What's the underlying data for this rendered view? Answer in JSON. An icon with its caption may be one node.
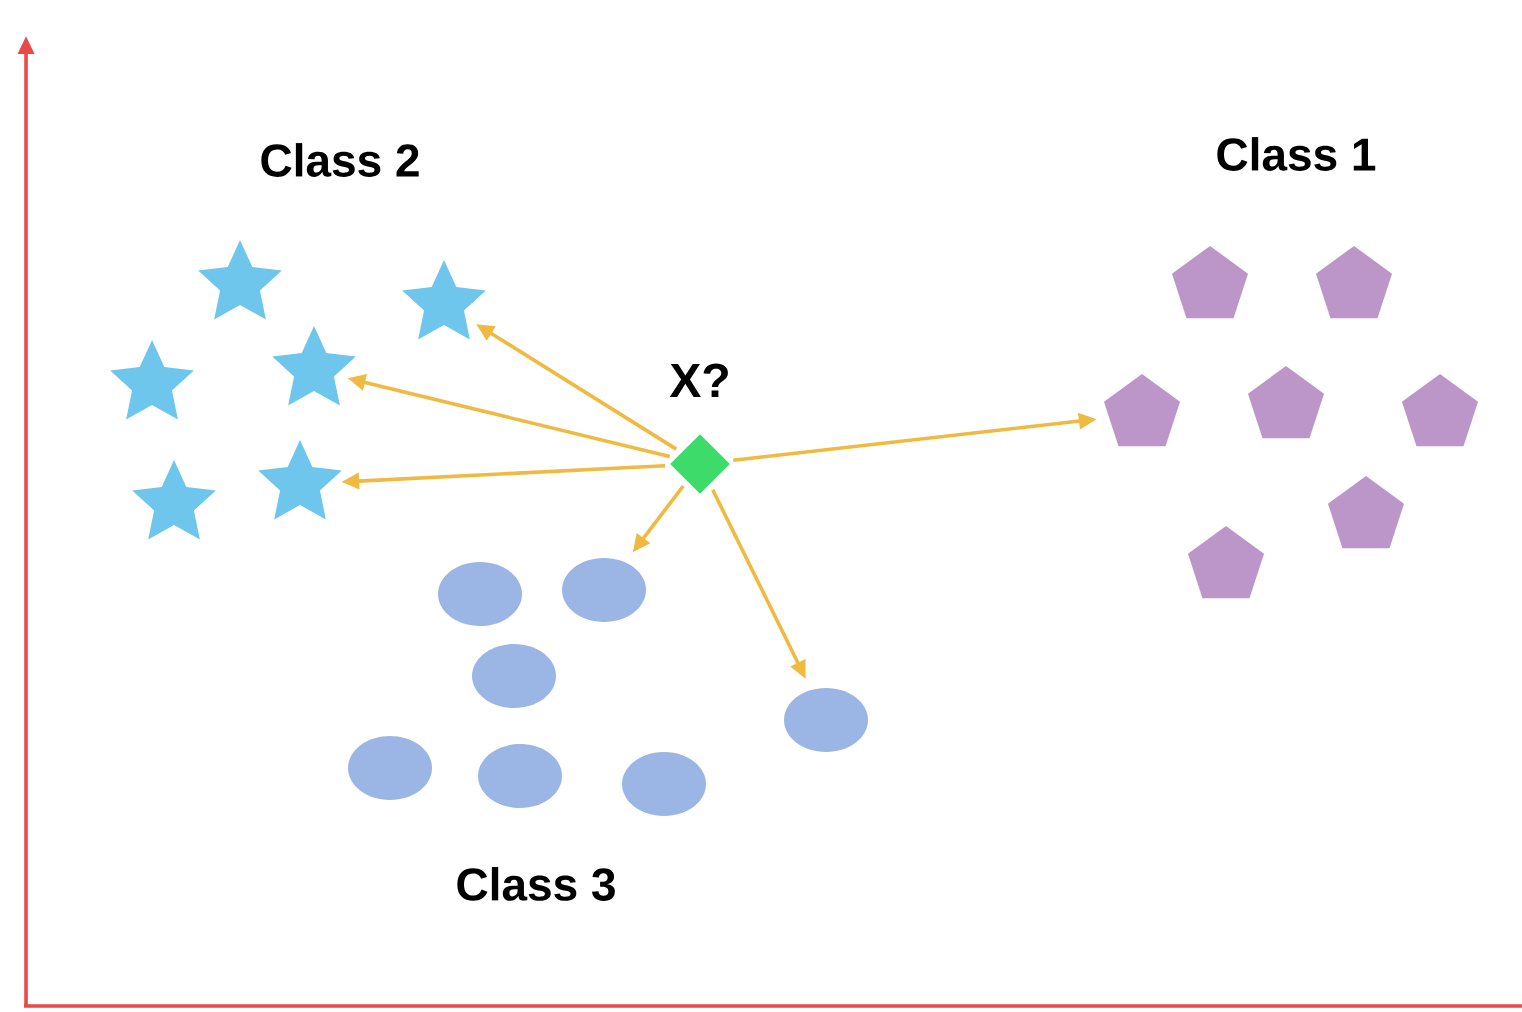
{
  "diagram": {
    "nodes": [
      {
        "text": [
          "X?"
        ]
      },
      {
        "text": [],
        "shape": "star"
      },
      {
        "text": [],
        "shape": "star"
      },
      {
        "text": [],
        "shape": "star"
      },
      {
        "text": [],
        "shape": "star"
      },
      {
        "text": [],
        "shape": "star"
      },
      {
        "text": [],
        "shape": "star"
      },
      {
        "text": [],
        "shape": "pentagon"
      },
      {
        "text": [],
        "shape": "pentagon"
      },
      {
        "text": [],
        "shape": "pentagon"
      },
      {
        "text": [],
        "shape": "pentagon"
      },
      {
        "text": [],
        "shape": "pentagon"
      },
      {
        "text": [],
        "shape": "pentagon"
      },
      {
        "text": [],
        "shape": "pentagon"
      },
      {
        "text": [],
        "shape": "ellipse"
      },
      {
        "text": [],
        "shape": "ellipse"
      },
      {
        "text": [],
        "shape": "ellipse"
      },
      {
        "text": [],
        "shape": "ellipse"
      },
      {
        "text": [],
        "shape": "ellipse"
      },
      {
        "text": [],
        "shape": "ellipse"
      },
      {
        "text": [],
        "shape": "ellipse"
      }
    ],
    "edges": [
      {
        "from": 0,
        "to": 6,
        "arrow": "to"
      },
      {
        "from": 0,
        "to": 5,
        "arrow": "to"
      },
      {
        "from": 0,
        "to": 4,
        "arrow": "to"
      },
      {
        "from": 0,
        "to": 18,
        "arrow": "to"
      },
      {
        "from": 0,
        "to": 20,
        "arrow": "to"
      },
      {
        "from": 0,
        "to": 7,
        "arrow": "to"
      }
    ],
    "labels": [
      "Class 2",
      "Class 1",
      "Class 3"
    ]
  }
}
